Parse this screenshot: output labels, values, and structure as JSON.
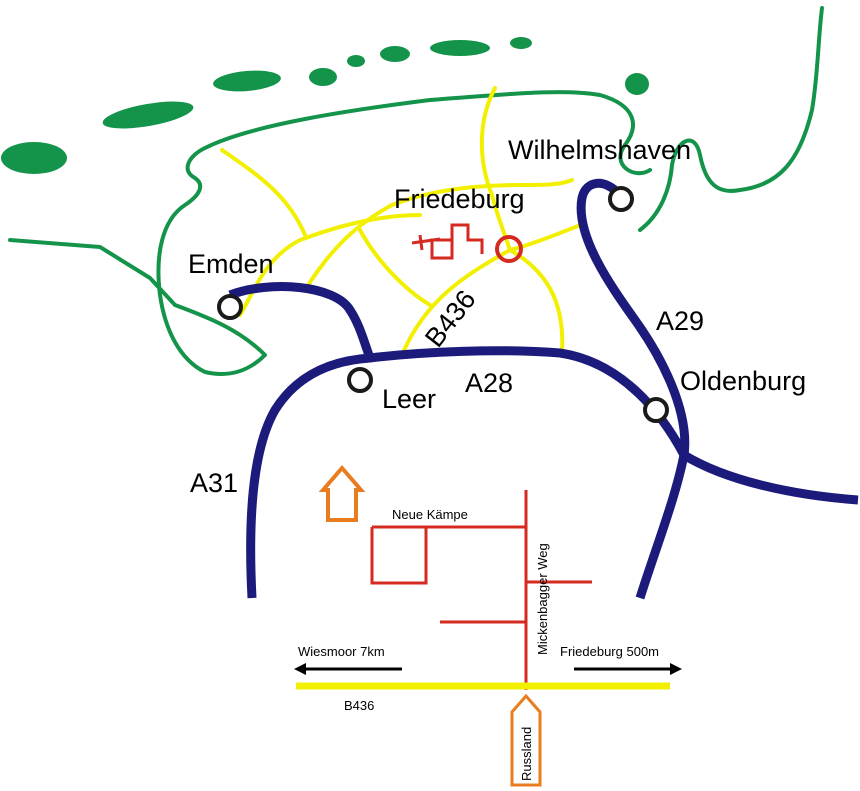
{
  "colors": {
    "coast": "#14944a",
    "motorway": "#1c1b7c",
    "local_road": "#f2f000",
    "street": "#d42a20",
    "house": "#e87c1e",
    "city_ring": "#1a1a1a",
    "target_ring": "#d42a20",
    "arrow": "#000000"
  },
  "cities": {
    "emden": "Emden",
    "leer": "Leer",
    "wilhelmshaven": "Wilhelmshaven",
    "oldenburg": "Oldenburg",
    "friedeburg": "Friedeburg"
  },
  "motorways": {
    "a28": "A28",
    "a29": "A29",
    "a31": "A31"
  },
  "overview_road": "B436",
  "detail": {
    "street_neue_kaempe": "Neue Kämpe",
    "street_mickenbagger": "Mickenbagger Weg",
    "road": "B436",
    "direction_left": "Wiesmoor 7km",
    "direction_right": "Friedeburg 500m",
    "entry_sign": "Russland"
  },
  "icons": {
    "house": "house-icon",
    "location": "location-marker-icon",
    "entry": "entry-arrow-sign-icon"
  }
}
